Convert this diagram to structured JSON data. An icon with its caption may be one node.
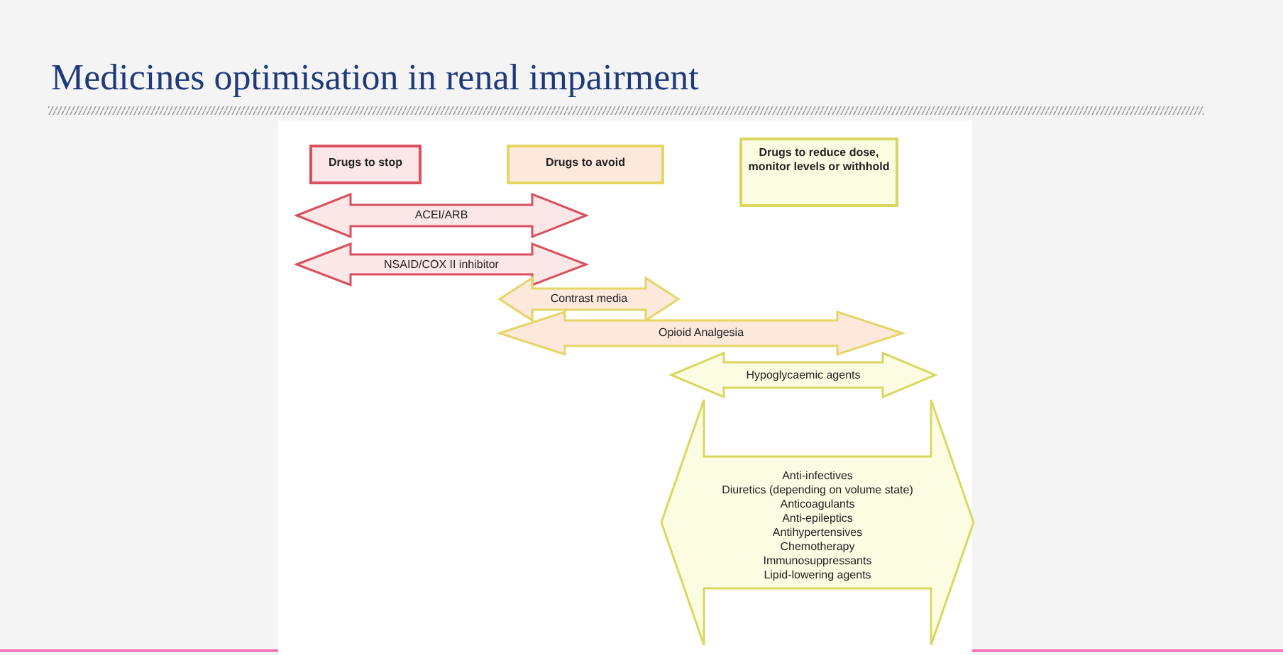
{
  "diagram": {
    "title": "Medicines optimisation in renal impairment",
    "nodes": [
      {
        "text": [
          "Drugs to stop"
        ]
      },
      {
        "text": [
          "Drugs to avoid"
        ]
      },
      {
        "text": [
          "Drugs to reduce dose, monitor levels or withhold"
        ]
      },
      {
        "text": [
          "ACEI/ARB"
        ]
      },
      {
        "text": [
          "NSAID/COX II inhibitor"
        ]
      },
      {
        "text": [
          "Contrast media"
        ]
      },
      {
        "text": [
          "Opioid Analgesia"
        ]
      },
      {
        "text": [
          "Hypoglycaemic agents"
        ]
      },
      {
        "text": [
          "Anti-infectives",
          "Diuretics (depending on volume state)",
          "Anticoagulants",
          "Anti-epileptics",
          "Antihypertensives",
          "Chemotherapy",
          "Immunosuppressants",
          "Lipid-lowering agents"
        ]
      }
    ],
    "edges": []
  }
}
